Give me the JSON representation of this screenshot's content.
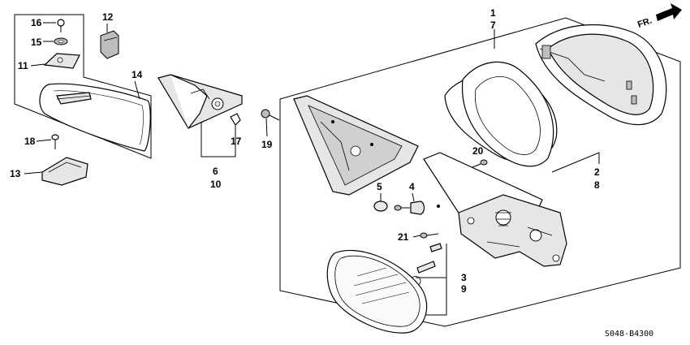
{
  "diagram": {
    "direction_label": "FR.",
    "drawing_code": "S048-B4300",
    "callouts": {
      "c1": "1",
      "c7": "7",
      "c2": "2",
      "c8": "8",
      "c3": "3",
      "c9": "9",
      "c4": "4",
      "c5": "5",
      "c6": "6",
      "c10": "10",
      "c11": "11",
      "c12": "12",
      "c13": "13",
      "c14": "14",
      "c15": "15",
      "c16": "16",
      "c17": "17",
      "c18": "18",
      "c19": "19",
      "c20": "20",
      "c21": "21"
    }
  }
}
